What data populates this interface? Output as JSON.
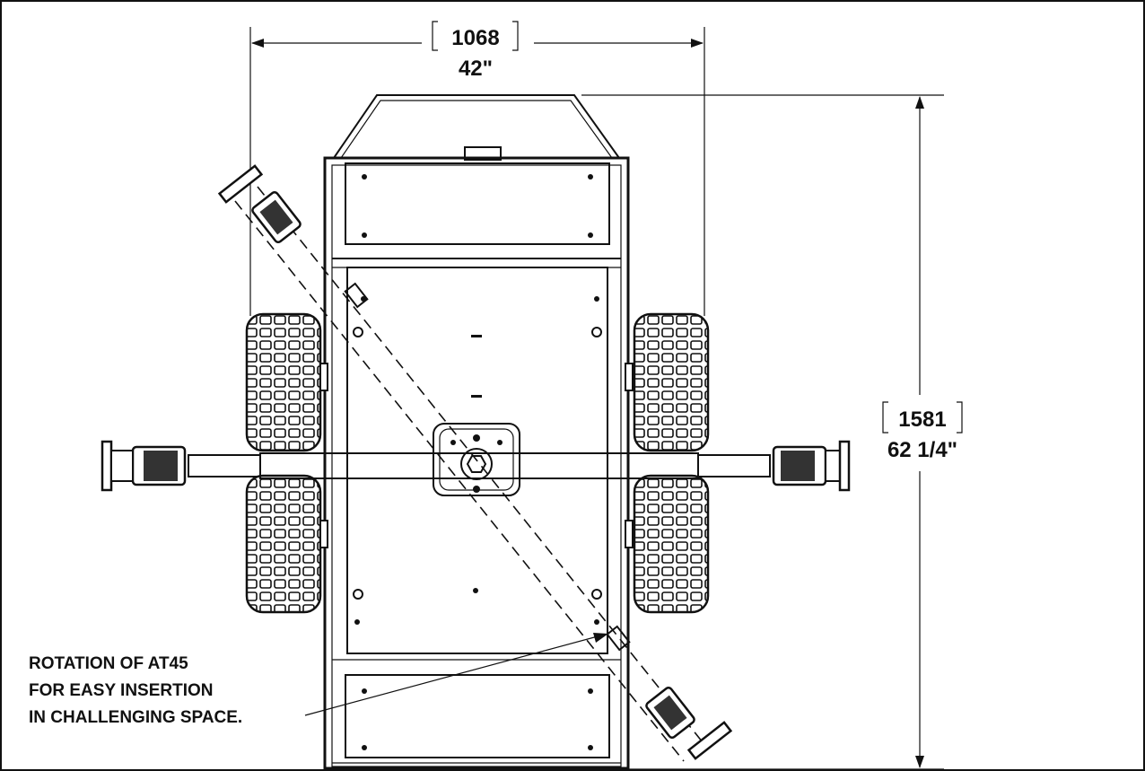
{
  "dimensions": {
    "width_mm": "1068",
    "width_in": "42\"",
    "length_mm": "1581",
    "length_in": "62 1/4\""
  },
  "note": {
    "line1": "ROTATION OF AT45",
    "line2": "FOR EASY INSERTION",
    "line3": "IN CHALLENGING SPACE."
  },
  "colors": {
    "line": "#111111",
    "background": "#ffffff"
  }
}
